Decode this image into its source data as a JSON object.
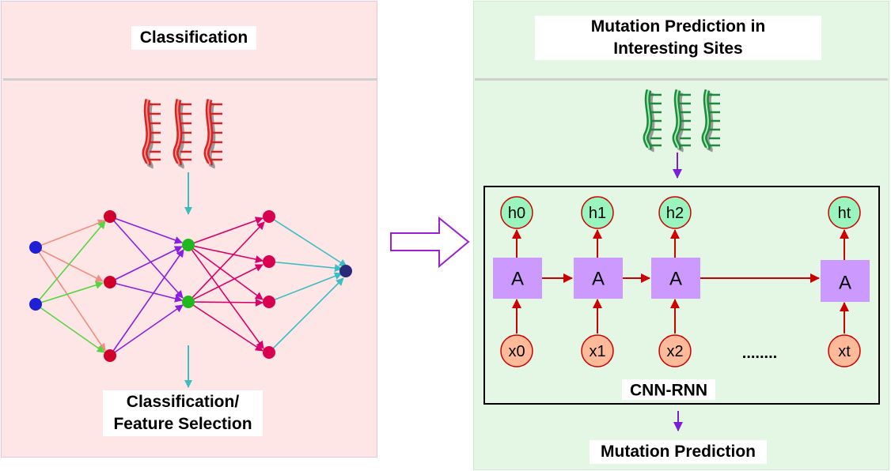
{
  "left_panel": {
    "title": "Classification",
    "output_label_line1": "Classification/",
    "output_label_line2": "Feature Selection"
  },
  "right_panel": {
    "title_line1": "Mutation Prediction in",
    "title_line2": "Interesting Sites",
    "rnn_hidden_states": [
      "h0",
      "h1",
      "h2",
      "ht"
    ],
    "rnn_cell_label": "A",
    "rnn_inputs": [
      "x0",
      "x1",
      "x2",
      "xt"
    ],
    "ellipsis": "........",
    "model_label": "CNN-RNN",
    "output_label": "Mutation Prediction"
  },
  "colors": {
    "left_bg": "#ffe6e6",
    "right_bg": "#e4f7e4",
    "dna_red": "#d42424",
    "dna_green": "#1f8a3c",
    "node_blue": "#1f1fd6",
    "node_red": "#d0002a",
    "node_green": "#1fb81f",
    "node_pink": "#d8004f",
    "rnn_cell": "#cc99ff",
    "hidden_node": "#99f5bd",
    "input_node": "#ffbb99",
    "arrow_red": "#cc0000",
    "arrow_purple": "#7a1fd6",
    "arrow_teal": "#3bbdc4"
  }
}
